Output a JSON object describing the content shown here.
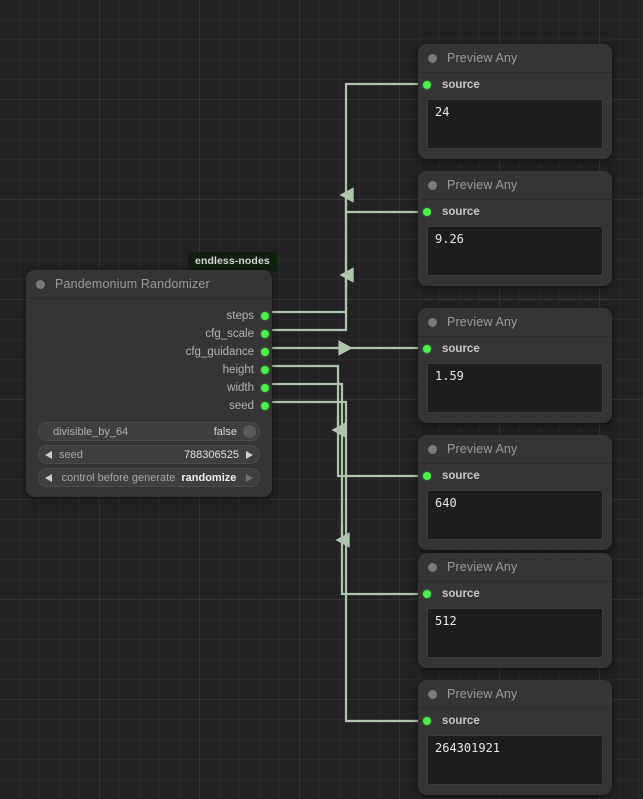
{
  "app": {
    "canvas_name": "node-graph-canvas"
  },
  "randomizer": {
    "badge": "endless-nodes",
    "title": "Pandemonium Randomizer",
    "collapse_icon": "collapse-dot-icon",
    "outputs": [
      {
        "label": "steps"
      },
      {
        "label": "cfg_scale"
      },
      {
        "label": "cfg_guidance"
      },
      {
        "label": "height"
      },
      {
        "label": "width"
      },
      {
        "label": "seed"
      }
    ],
    "widgets": {
      "divisible": {
        "name": "divisible_by_64",
        "value": "false"
      },
      "seed": {
        "name": "seed",
        "value": "788306525",
        "left_icon": "arrow-left-icon",
        "right_icon": "arrow-right-icon"
      },
      "control": {
        "name": "control before generate",
        "value": "randomize",
        "left_icon": "arrow-left-icon",
        "right_icon": "arrow-right-icon"
      }
    }
  },
  "previews": [
    {
      "title": "Preview Any",
      "source_label": "source",
      "value": "24"
    },
    {
      "title": "Preview Any",
      "source_label": "source",
      "value": "9.26"
    },
    {
      "title": "Preview Any",
      "source_label": "source",
      "value": "1.59"
    },
    {
      "title": "Preview Any",
      "source_label": "source",
      "value": "640"
    },
    {
      "title": "Preview Any",
      "source_label": "source",
      "value": "512"
    },
    {
      "title": "Preview Any",
      "source_label": "source",
      "value": "264301921"
    }
  ],
  "colors": {
    "canvas_bg": "#222222",
    "node_bg": "#353535",
    "port_green": "#4cf04c",
    "wire": "#aec4ac",
    "value_box_bg": "#1d1d1d",
    "badge_bg": "#10200f"
  }
}
